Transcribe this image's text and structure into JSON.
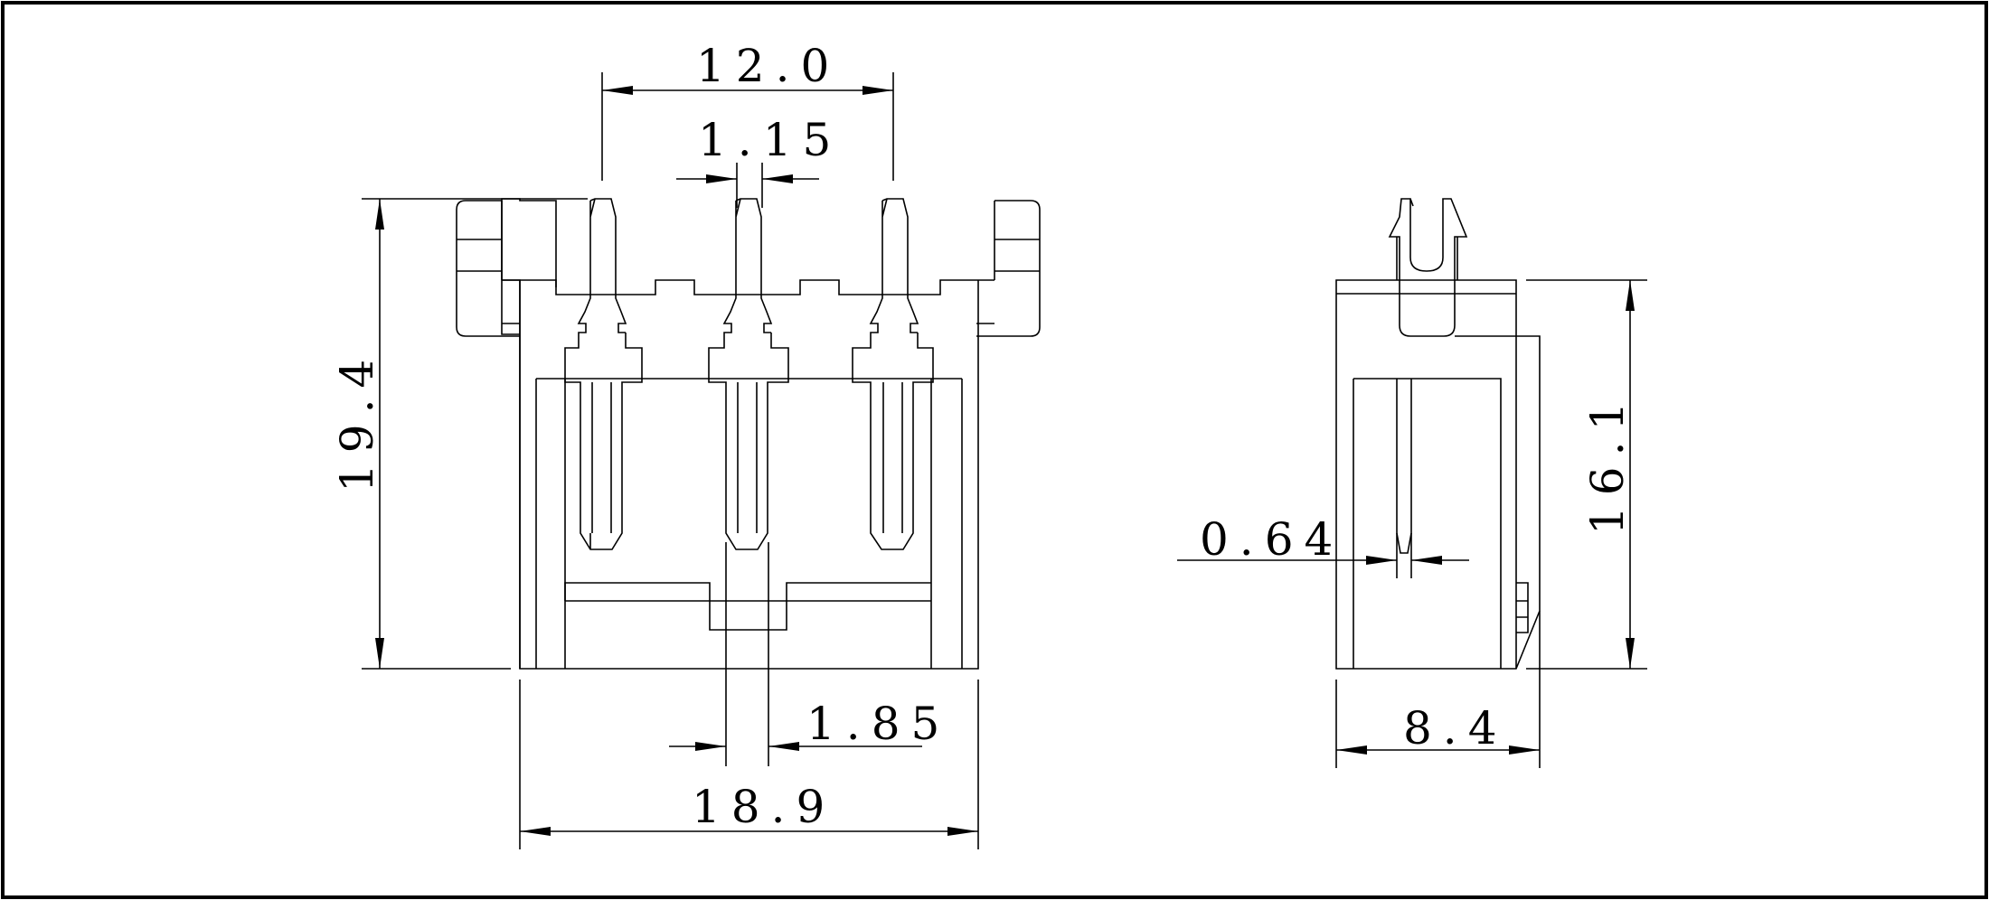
{
  "drawing": {
    "frame_color": "#000000",
    "background": "#ffffff"
  },
  "front_view": {
    "dimensions": {
      "pitch_total": "12.0",
      "pin_width": "1.15",
      "overall_height": "19.4",
      "pin_gap": "1.85",
      "overall_width": "18.9"
    }
  },
  "side_view": {
    "dimensions": {
      "pin_thickness": "0.64",
      "body_height": "16.1",
      "body_depth": "8.4"
    }
  }
}
